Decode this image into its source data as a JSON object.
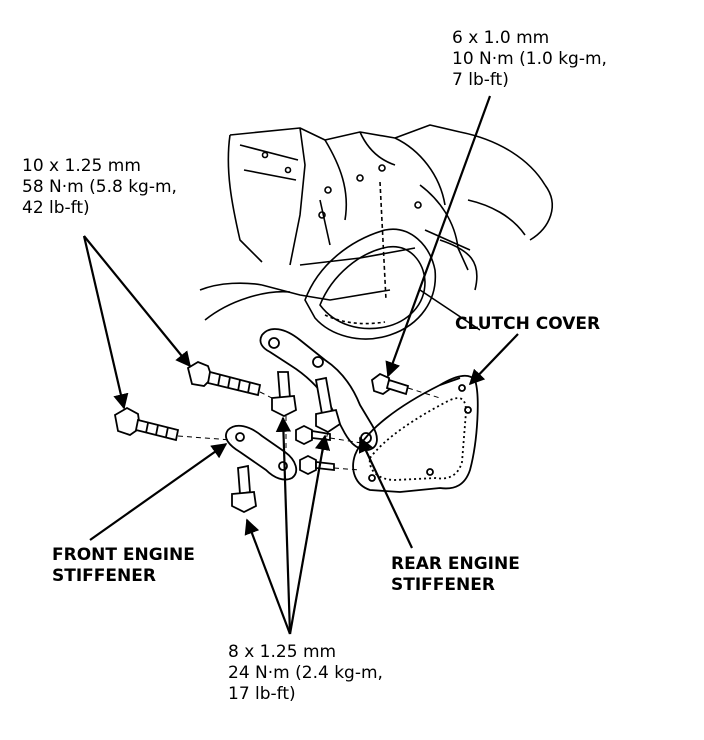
{
  "callouts": {
    "top_right": [
      "6 x 1.0 mm",
      "10 N·m (1.0 kg-m,",
      "7 lb-ft)"
    ],
    "top_left": [
      "10 x 1.25 mm",
      "58 N·m (5.8 kg-m,",
      "42 lb-ft)"
    ],
    "bottom": [
      "8 x 1.25 mm",
      "24 N·m (2.4 kg-m,",
      "17 lb-ft)"
    ]
  },
  "parts": {
    "clutch_cover": "CLUTCH COVER",
    "front_engine_stiffener": [
      "FRONT ENGINE",
      "STIFFENER"
    ],
    "rear_engine_stiffener": [
      "REAR ENGINE",
      "STIFFENER"
    ]
  },
  "colors": {
    "ink": "#000000",
    "paper": "#ffffff"
  }
}
